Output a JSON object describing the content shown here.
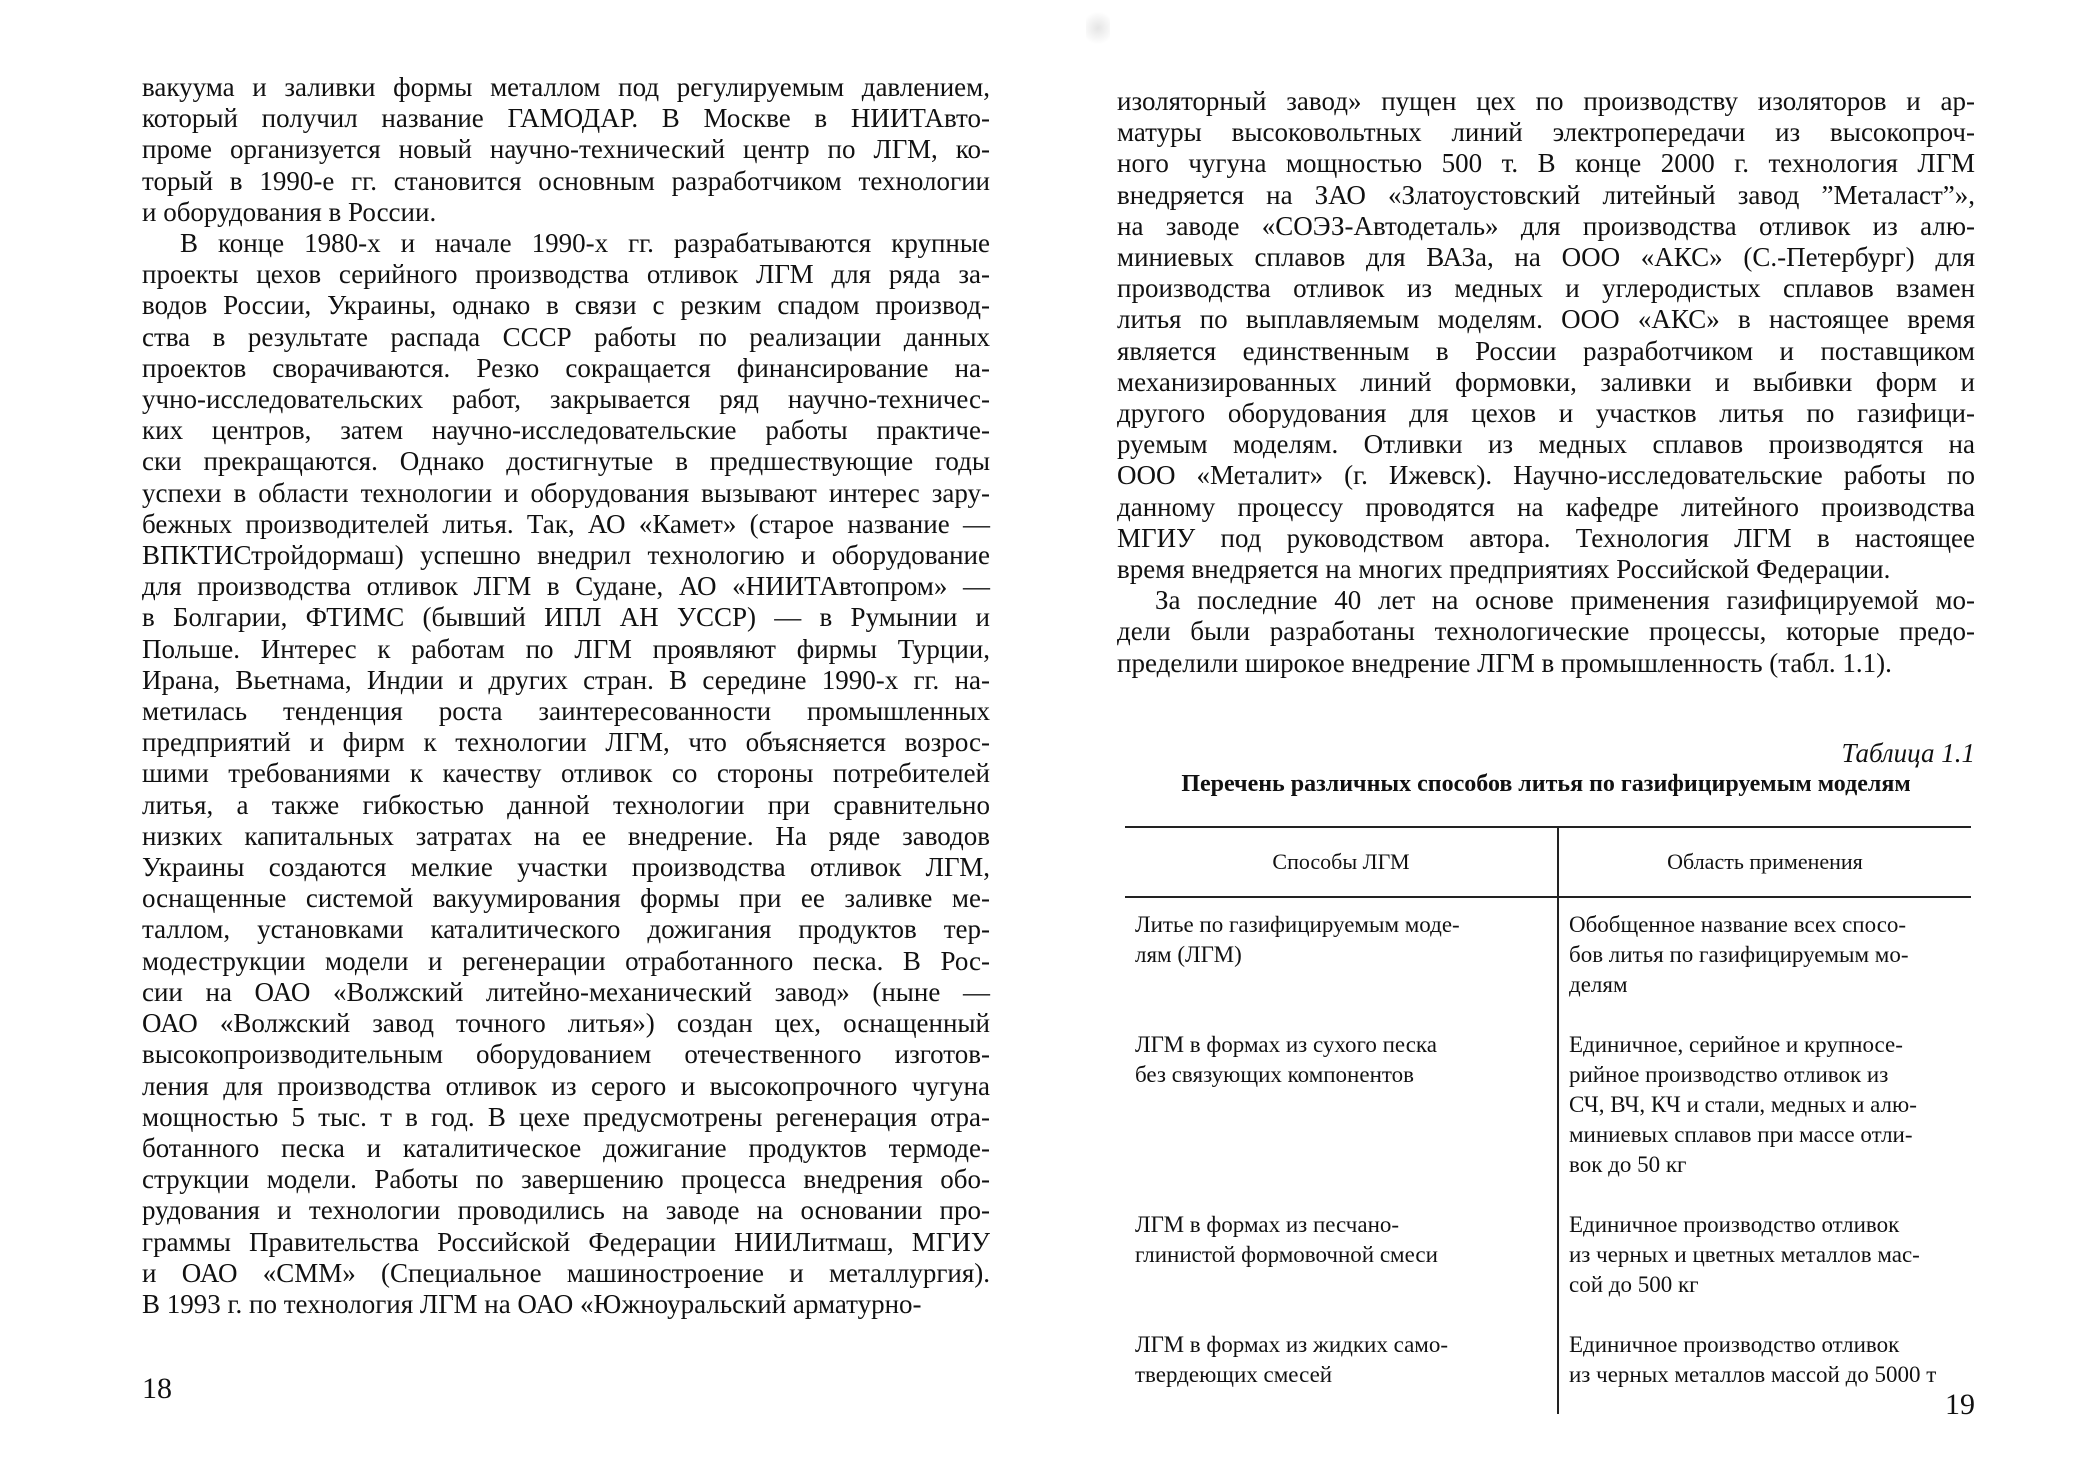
{
  "left_page": {
    "paragraphs": [
      {
        "indent": false,
        "lines": [
          "вакуума и заливки формы металлом под регулируемым давлением,",
          "который получил название ГАМОДАР. В Москве в НИИТАвто-",
          "проме организуется новый научно-технический центр по ЛГМ, ко-",
          "торый в 1990-е гг. становится основным разработчиком технологии",
          "и оборудования в России."
        ]
      },
      {
        "indent": true,
        "lines": [
          "В конце 1980-х и начале 1990-х гг. разрабатываются крупные",
          "проекты цехов серийного производства отливок ЛГМ для ряда за-",
          "водов России, Украины, однако в связи с резким спадом производ-",
          "ства в результате распада СССР работы по реализации данных",
          "проектов сворачиваются. Резко сокращается финансирование на-",
          "учно-исследовательских работ, закрывается ряд научно-техничес-",
          "ких центров, затем научно-исследовательские работы практиче-",
          "ски прекращаются. Однако достигнутые в предшествующие годы",
          "успехи в области технологии и оборудования вызывают интерес зару-",
          "бежных производителей литья. Так, АО «Камет» (старое название —",
          "ВПКТИСтройдормаш) успешно внедрил технологию и оборудование",
          "для производства отливок ЛГМ в Судане, АО «НИИТАвтопром» —",
          "в Болгарии, ФТИМС (бывший ИПЛ АН УССР) — в Румынии и",
          "Польше. Интерес к работам по ЛГМ проявляют фирмы Турции,",
          "Ирана, Вьетнама, Индии и других стран. В середине 1990-х гг. на-",
          "метилась тенденция роста заинтересованности промышленных",
          "предприятий и фирм к технологии ЛГМ, что объясняется возрос-",
          "шими требованиями к качеству отливок со стороны потребителей",
          "литья, а также гибкостью данной технологии при сравнительно",
          "низких капитальных затратах на ее внедрение. На ряде заводов",
          "Украины создаются мелкие участки производства отливок ЛГМ,",
          "оснащенные системой вакуумирования формы при ее заливке ме-",
          "таллом, установками каталитического дожигания продуктов тер-",
          "модеструкции модели и регенерации отработанного песка. В Рос-",
          "сии на ОАО «Волжский литейно-механический завод» (ныне —",
          "ОАО «Волжский завод точного литья») создан цех, оснащенный",
          "высокопроизводительным оборудованием отечественного изготов-",
          "ления для производства отливок из серого и высокопрочного чугуна",
          "мощностью 5 тыс. т в год. В цехе предусмотрены регенерация отра-",
          "ботанного песка и каталитическое дожигание продуктов термоде-",
          "струкции модели. Работы по завершению процесса внедрения обо-",
          "рудования и технологии проводились на заводе на основании про-",
          "граммы Правительства Российской Федерации НИИЛитмаш, МГИУ",
          "и ОАО «СММ» (Специальное машиностроение и металлургия).",
          "В 1993 г. по технология ЛГМ на ОАО «Южноуральский арматурно-"
        ]
      }
    ],
    "page_number": "18"
  },
  "right_page": {
    "paragraphs": [
      {
        "indent": false,
        "lines": [
          "изоляторный завод» пущен цех по производству изоляторов и ар-",
          "матуры высоковольтных линий электропередачи из высокопроч-",
          "ного чугуна мощностью 500 т. В конце 2000 г. технология ЛГМ",
          "внедряется на ЗАО «Златоустовский литейный завод ”Металаст”»,",
          "на заводе «СОЭЗ-Автодеталь» для производства отливок из алю-",
          "миниевых сплавов для ВАЗа, на ООО «АКС» (С.-Петербург) для",
          "производства отливок из медных и углеродистых сплавов взамен",
          "литья по выплавляемым моделям. ООО «АКС» в настоящее время",
          "является единственным в России разработчиком и поставщиком",
          "механизированных линий формовки, заливки и выбивки форм и",
          "другого оборудования для цехов и участков литья по газифици-",
          "руемым моделям. Отливки из медных сплавов производятся на",
          "ООО «Металит» (г. Ижевск). Научно-исследовательские работы по",
          "данному процессу проводятся на кафедре литейного производства",
          "МГИУ под руководством автора. Технология ЛГМ в настоящее",
          "время внедряется на многих предприятиях Российской Федерации."
        ]
      },
      {
        "indent": true,
        "lines": [
          "За последние 40 лет на основе применения газифицируемой мо-",
          "дели были разработаны технологические процессы, которые предо-",
          "пределили широкое внедрение ЛГМ в промышленность (табл. 1.1)."
        ]
      }
    ],
    "table": {
      "label": "Таблица 1.1",
      "title": "Перечень различных способов литья по газифицируемым моделям",
      "headers": [
        "Способы ЛГМ",
        "Область применения"
      ],
      "rows": [
        {
          "method": [
            "Литье по газифицируемым моде-",
            "лям (ЛГМ)"
          ],
          "application": [
            "Обобщенное название всех спосо-",
            "бов литья по газифицируемым мо-",
            "делям"
          ]
        },
        {
          "method": [
            "ЛГМ в формах из сухого песка",
            "без связующих компонентов"
          ],
          "application": [
            "Единичное, серийное и крупносе-",
            "рийное производство отливок из",
            "СЧ, ВЧ, КЧ и стали, медных и алю-",
            "миниевых сплавов при массе отли-",
            "вок до 50 кг"
          ]
        },
        {
          "method": [
            "ЛГМ в формах из песчано-",
            "глинистой формовочной смеси"
          ],
          "application": [
            "Единичное производство отливок",
            "из черных и цветных металлов мас-",
            "сой до 500 кг"
          ]
        },
        {
          "method": [
            "ЛГМ в формах из жидких само-",
            "твердеющих смесей"
          ],
          "application": [
            "Единичное производство отливок",
            "из черных металлов массой до 5000 т"
          ]
        }
      ]
    },
    "page_number": "19"
  }
}
